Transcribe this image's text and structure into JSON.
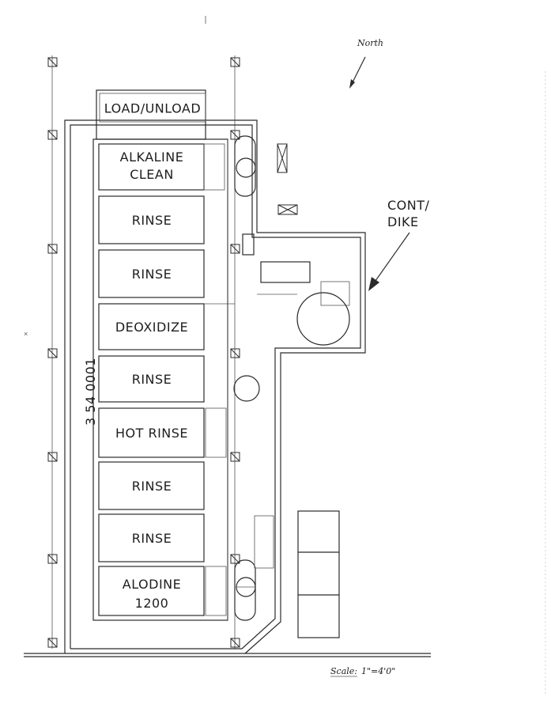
{
  "drawing": {
    "north_label": "North",
    "drawing_number": "3 54 0001",
    "containment_label_line1": "CONT/",
    "containment_label_line2": "DIKE",
    "scale_label": "Scale:",
    "scale_value": "1\"=4'0\""
  },
  "tanks": [
    {
      "id": "load-unload",
      "lines": [
        "LOAD/UNLOAD"
      ]
    },
    {
      "id": "alkaline-clean",
      "lines": [
        "ALKALINE",
        "CLEAN"
      ]
    },
    {
      "id": "rinse-1",
      "lines": [
        "RINSE"
      ]
    },
    {
      "id": "rinse-2",
      "lines": [
        "RINSE"
      ]
    },
    {
      "id": "deoxidize",
      "lines": [
        "DEOXIDIZE"
      ]
    },
    {
      "id": "rinse-3",
      "lines": [
        "RINSE"
      ]
    },
    {
      "id": "hot-rinse",
      "lines": [
        "HOT  RINSE"
      ]
    },
    {
      "id": "rinse-4",
      "lines": [
        "RINSE"
      ]
    },
    {
      "id": "rinse-5",
      "lines": [
        "RINSE"
      ]
    },
    {
      "id": "alodine-1200",
      "lines": [
        "ALODINE",
        "1200"
      ]
    }
  ]
}
